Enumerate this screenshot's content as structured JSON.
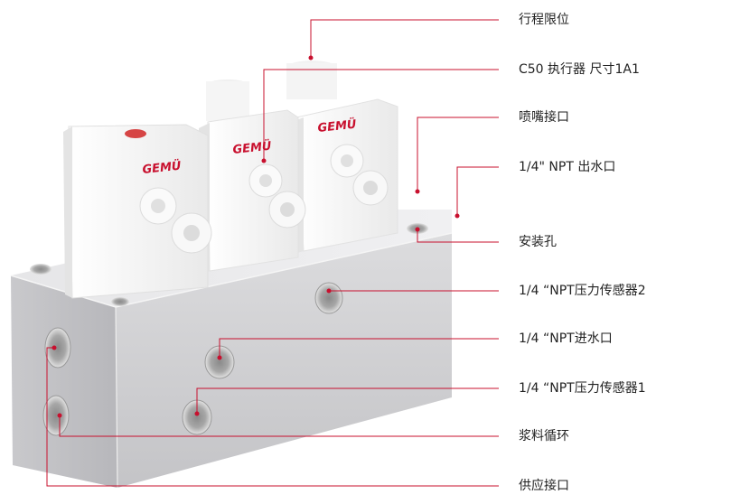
{
  "labels": {
    "stroke_limit": "行程限位",
    "actuator": "C50 执行器 尺寸1A1",
    "nozzle_port": "喷嘴接口",
    "npt_outlet": "1/4\" NPT 出水口",
    "mounting_hole": "安装孔",
    "pressure_sensor_2": "1/4 “NPT压力传感器2",
    "npt_inlet": "1/4 “NPT进水口",
    "pressure_sensor_1": "1/4 “NPT压力传感器1",
    "slurry_circulation": "浆料循环",
    "supply_port": "供应接口"
  },
  "brand": "GEMÜ",
  "colors": {
    "leader_line": "#c8102e",
    "block": "#cfcfd2",
    "actuator": "#f6f6f6",
    "label_text": "#222222"
  }
}
